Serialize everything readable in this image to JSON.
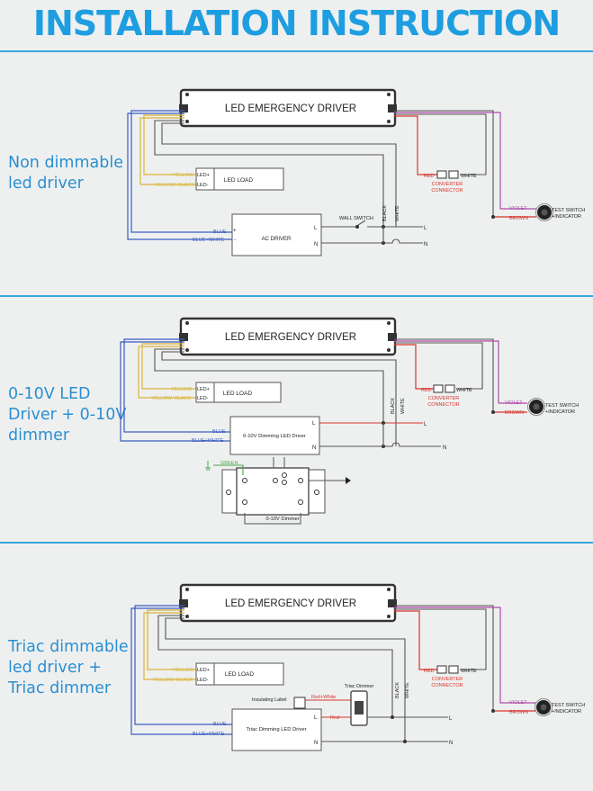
{
  "title": "INSTALLATION INSTRUCTION",
  "colors": {
    "accent": "#1e9ee0",
    "blue": "#3a5bbf",
    "yellow": "#d9b43a",
    "red": "#d8342b",
    "violet": "#b04aa8",
    "wire": "#555555"
  },
  "sections": [
    {
      "label_lines": [
        "Non dimmable",
        "led driver"
      ],
      "driver_label": "LED EMERGENCY DRIVER",
      "load_label": "LED LOAD",
      "driver_type": "AC DRIVER"
    },
    {
      "label_lines": [
        "0-10V LED",
        "Driver + 0-10V",
        "dimmer"
      ],
      "driver_label": "LED EMERGENCY DRIVER",
      "load_label": "LED LOAD",
      "driver_type": "0-10V Dimming LED  Driver",
      "dimmer_label": "0-10V Dimmer",
      "ground_label": "GREEN"
    },
    {
      "label_lines": [
        "Triac dimmable",
        "led driver +",
        "Triac dimmer"
      ],
      "driver_label": "LED EMERGENCY DRIVER",
      "load_label": "LED LOAD",
      "driver_type": "Triac Dimming LED  Driver",
      "dimmer_label": "Triac Dimmer",
      "insulating_label": "Insulating Label",
      "red_white": "Red+White",
      "red": "Red"
    }
  ],
  "wires": {
    "yellow": "YELLOW",
    "yellow_black": "YELLOW+BLACK",
    "led_plus": "LED+",
    "led_minus": "LED-",
    "blue": "BLUE",
    "blue_white": "BLUE+WHITE",
    "plus": "+",
    "minus": "-",
    "red": "RED",
    "white": "WHITE",
    "black": "BLACK",
    "violet": "VIOLET",
    "brown": "BROWN",
    "line": "L",
    "neutral": "N",
    "wall_switch": "WALL SWITCH"
  },
  "converter_lines": [
    "CONVERTER",
    "CONNECTOR"
  ],
  "test_switch_lines": [
    "TEST SWITCH",
    "+INDICATOR"
  ]
}
